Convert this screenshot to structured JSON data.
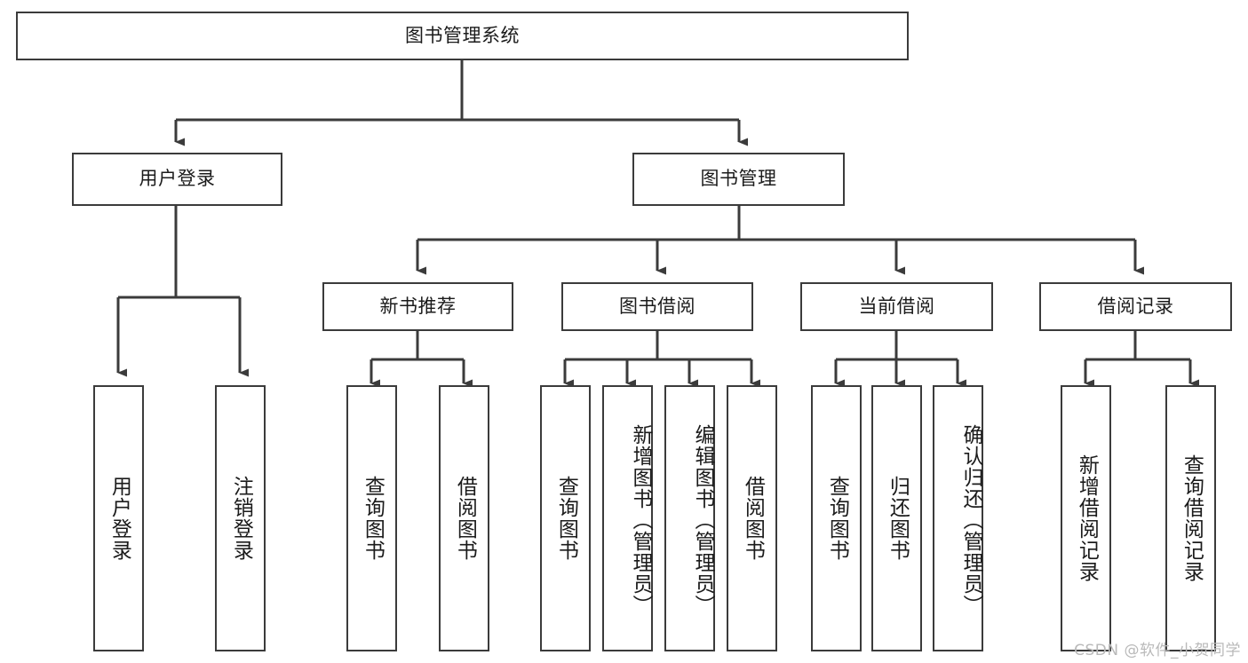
{
  "diagram": {
    "type": "tree",
    "title": "图书管理系统",
    "watermark": "CSDN @软件_小贺同学",
    "colors": {
      "stroke": "#3b3b3b",
      "fill": "#ffffff",
      "text": "#1b1b1b",
      "watermark": "#b9b9b9"
    },
    "root": {
      "label": "图书管理系统"
    },
    "level2": [
      {
        "label": "用户登录"
      },
      {
        "label": "图书管理"
      }
    ],
    "level3": [
      {
        "label": "新书推荐"
      },
      {
        "label": "图书借阅"
      },
      {
        "label": "当前借阅"
      },
      {
        "label": "借阅记录"
      }
    ],
    "leaves": {
      "user_login": [
        {
          "label": "用户登录"
        },
        {
          "label": "注销登录"
        }
      ],
      "new_book_recommend": [
        {
          "label": "查询图书"
        },
        {
          "label": "借阅图书"
        }
      ],
      "book_borrow": [
        {
          "label": "查询图书"
        },
        {
          "label": "新增图书（管理员）"
        },
        {
          "label": "编辑图书（管理员）"
        },
        {
          "label": "借阅图书"
        }
      ],
      "current_borrow": [
        {
          "label": "查询图书"
        },
        {
          "label": "归还图书"
        },
        {
          "label": "确认归还（管理员）"
        }
      ],
      "borrow_record": [
        {
          "label": "新增借阅记录"
        },
        {
          "label": "查询借阅记录"
        }
      ]
    }
  }
}
